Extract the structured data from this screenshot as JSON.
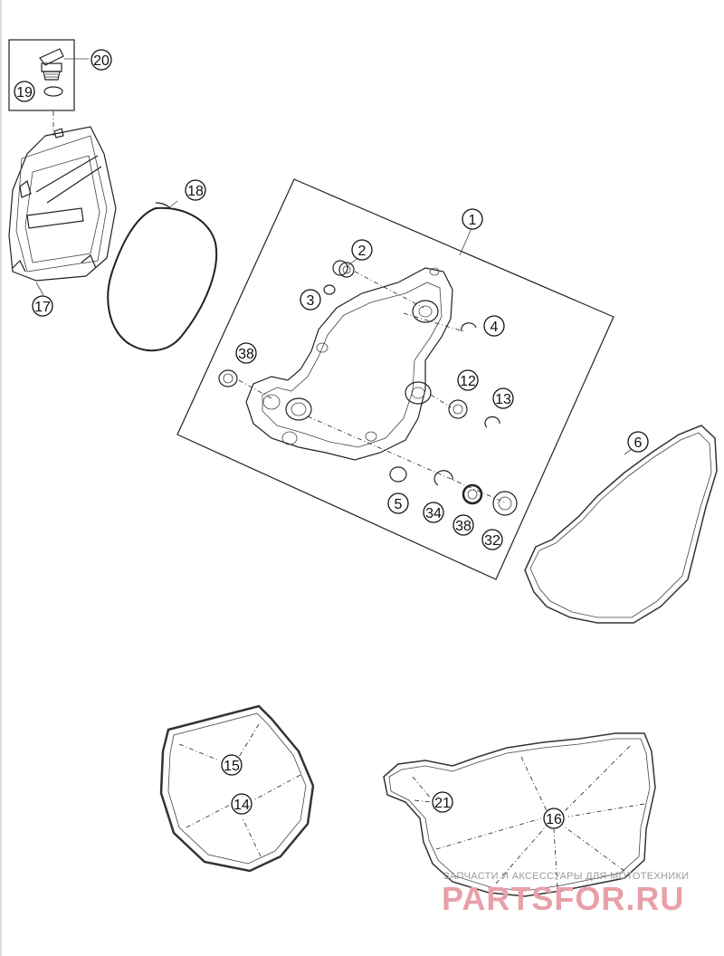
{
  "callouts": {
    "c1": "1",
    "c2": "2",
    "c3": "3",
    "c4": "4",
    "c5": "5",
    "c6": "6",
    "c12": "12",
    "c13": "13",
    "c14": "14",
    "c15": "15",
    "c16": "16",
    "c17": "17",
    "c18": "18",
    "c19": "19",
    "c20": "20",
    "c21": "21",
    "c32": "32",
    "c34": "34",
    "c38a": "38",
    "c38b": "38"
  },
  "watermark": {
    "tagline": "ЗАПЧАСТИ И АКСЕССУАРЫ ДЛЯ МОТОТЕХНИКИ",
    "brand": "PARTSFOR.RU"
  }
}
